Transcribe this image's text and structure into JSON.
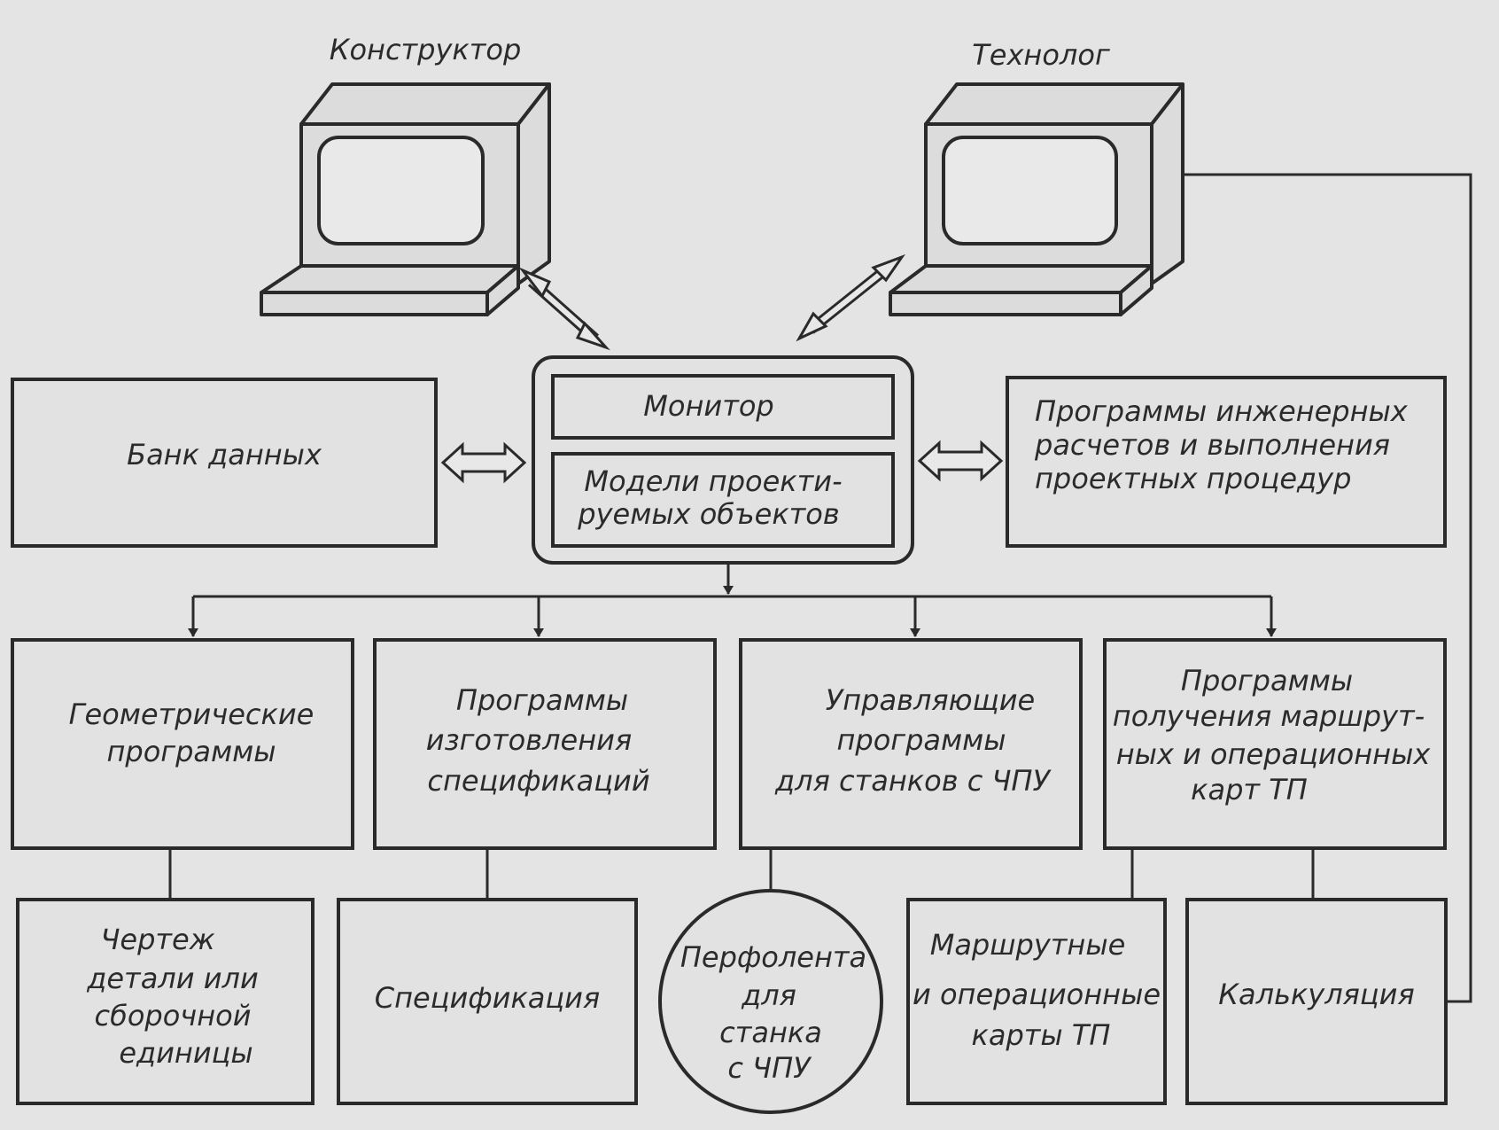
{
  "workstations": {
    "designer": "Конструктор",
    "technologist": "Технолог"
  },
  "center": {
    "monitor": "Монитор",
    "models": [
      "Модели проекти-",
      "руемых объектов"
    ]
  },
  "data_bank": "Банк данных",
  "engineering": [
    "Программы инженерных",
    "расчетов и выполнения",
    "проектных процедур"
  ],
  "programs": {
    "geometric": [
      "Геометрические",
      "программы"
    ],
    "specification": [
      "Программы",
      "изготовления",
      "спецификаций"
    ],
    "cnc_control": [
      "Управляющие",
      "программы",
      "для станков с ЧПУ"
    ],
    "route_cards": [
      "Программы",
      "получения маршрут-",
      "ных и операционных",
      "карт ТП"
    ]
  },
  "outputs": {
    "drawing": [
      "Чертеж",
      "детали или",
      "сборочной",
      "единицы"
    ],
    "specification": "Спецификация",
    "punched_tape": [
      "Перфолента",
      "для",
      "станка",
      "с ЧПУ"
    ],
    "route_cards": [
      "Маршрутные",
      "и операционные",
      "карты ТП"
    ],
    "costing": "Калькуляция"
  }
}
